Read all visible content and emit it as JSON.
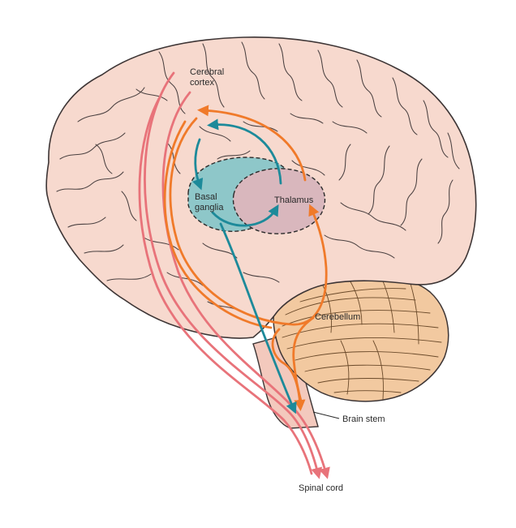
{
  "labels": {
    "cortex_line1": "Cerebral",
    "cortex_line2": "cortex",
    "basal_line1": "Basal",
    "basal_line2": "ganglia",
    "thalamus": "Thalamus",
    "cerebellum": "Cerebellum",
    "brain_stem": "Brain stem",
    "spinal_cord": "Spinal cord"
  },
  "colors": {
    "cortex_fill": "#f7d9ce",
    "cortex_outline": "#3d3535",
    "basal_ganglia": "#8ec7c9",
    "thalamus": "#d9b7bd",
    "cerebellum": "#f2c9a0",
    "brain_stem": "#f3c9bd",
    "pink_pathway": "#e8737a",
    "orange_pathway": "#f07a2a",
    "teal_pathway": "#1d8a9a"
  }
}
